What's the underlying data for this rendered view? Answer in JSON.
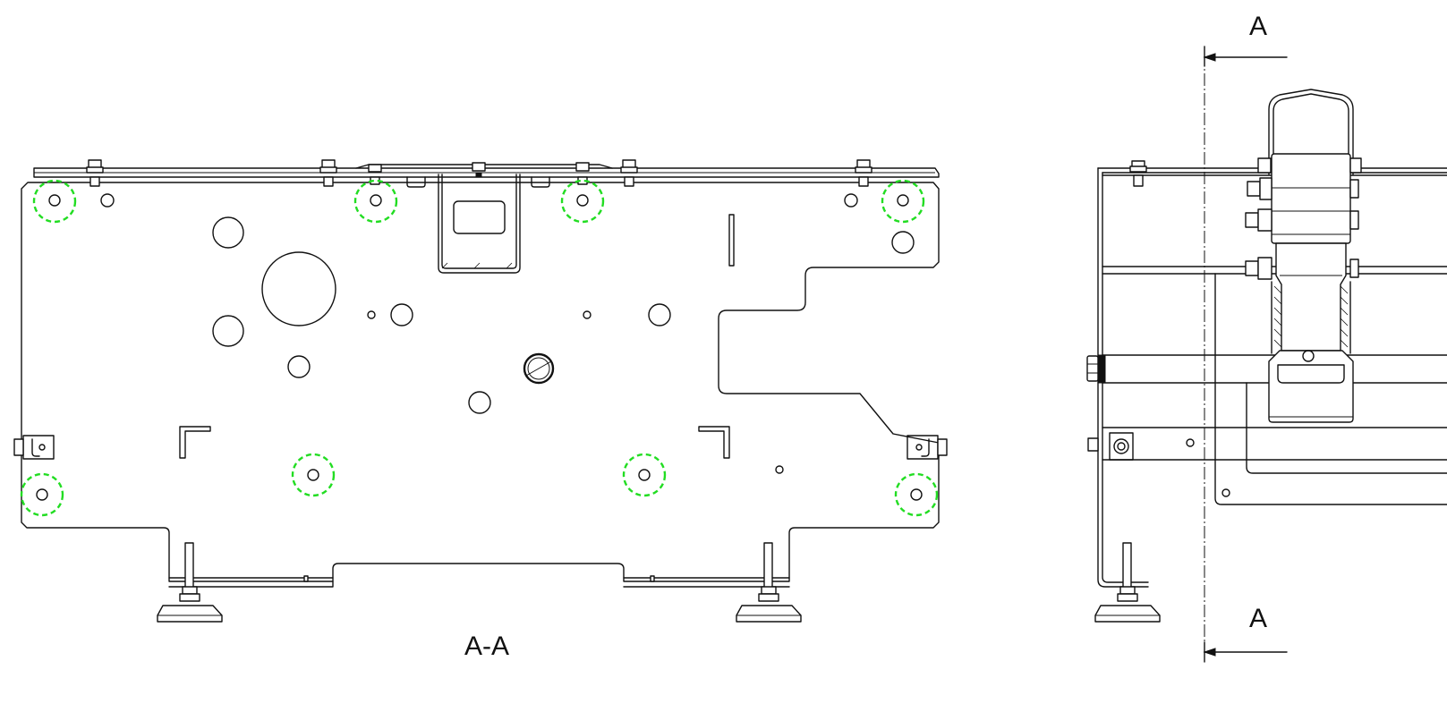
{
  "section_view": {
    "caption": "A-A"
  },
  "side_view": {
    "cut_label_top": "A",
    "cut_label_bottom": "A"
  },
  "colors": {
    "line": "#111111",
    "highlight": "#22dd22",
    "background": "#ffffff"
  }
}
